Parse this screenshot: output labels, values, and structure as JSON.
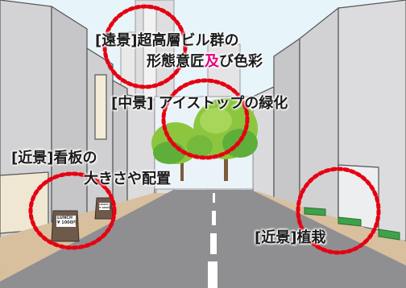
{
  "labels": {
    "far": {
      "line1": "[遠景]超高層ビル群の",
      "line2_a": "形態意匠",
      "line2_b": "及",
      "line2_c": "び色彩"
    },
    "middle": {
      "text": "[中景] アイストップの緑化"
    },
    "near_sign": {
      "line1": "[近景]看板の",
      "line2": "大きさや配置"
    },
    "near_plant": {
      "text": "[近景]植栽"
    }
  },
  "signs": {
    "left_board": {
      "line1": "LUNCH",
      "line2": "¥ 1000円"
    },
    "right_board": {
      "line1": "LUNCH",
      "line2": "¥ 1000円"
    }
  },
  "colors": {
    "highlight_circle": "#e60012",
    "accent_text": "#e4007f",
    "sky": "#e6f4fa",
    "road": "#8f8f91",
    "sidewalk": "#d8bf9e",
    "building": "#d7d7d8"
  }
}
